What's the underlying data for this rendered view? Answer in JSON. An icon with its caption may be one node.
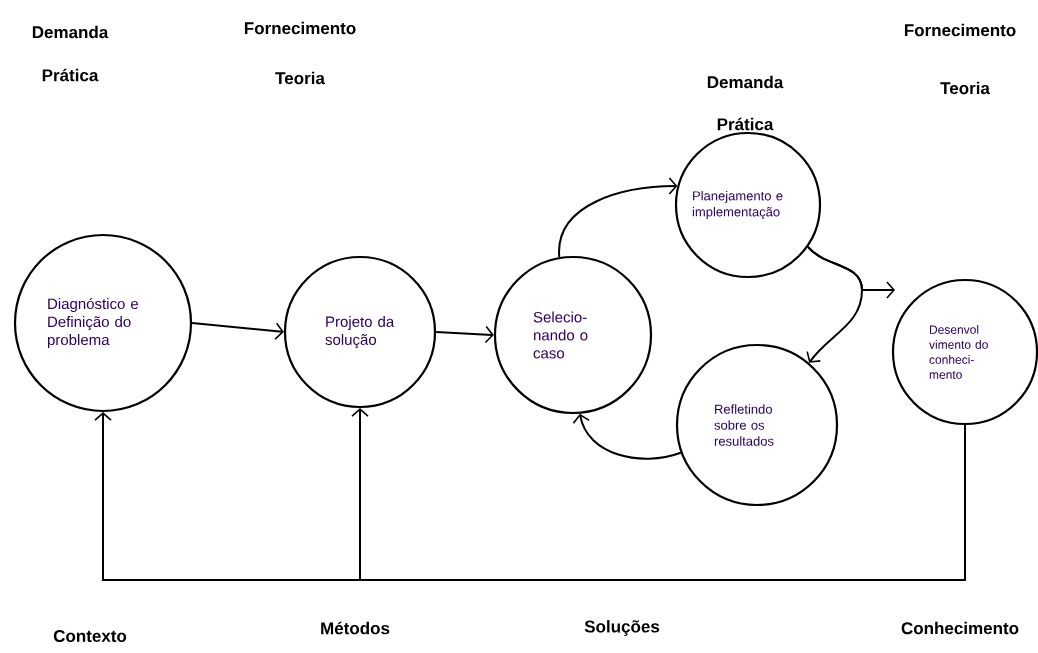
{
  "diagram": {
    "nodes": [
      {
        "text": [
          "Diagnóstico e Definição do problema"
        ]
      },
      {
        "text": [
          "Projeto da solução"
        ]
      },
      {
        "text": [
          "Selecio- nando o caso"
        ]
      },
      {
        "text": [
          "Planejamento e implementação"
        ]
      },
      {
        "text": [
          "Refletindo sobre os resultados"
        ]
      },
      {
        "text": [
          "Desenvol vimento do conheci- mento"
        ]
      }
    ],
    "edges": [
      {
        "from": 0,
        "to": 1,
        "arrow": "to"
      },
      {
        "from": 1,
        "to": 2,
        "arrow": "to"
      },
      {
        "from": 2,
        "to": 3,
        "arrow": "to"
      },
      {
        "from": 3,
        "to": 4,
        "arrow": "to"
      },
      {
        "from": 3,
        "to": 5,
        "arrow": "to"
      },
      {
        "from": 4,
        "to": 2,
        "arrow": "to"
      },
      {
        "from": 5,
        "to": 0,
        "arrow": "to"
      },
      {
        "from": 5,
        "to": 1,
        "arrow": "to"
      }
    ],
    "labels": [
      "Demanda",
      "Prática",
      "Fornecimento",
      "Teoria",
      "Demanda",
      "Prática",
      "Fornecimento",
      "Teoria",
      "Contexto",
      "Métodos",
      "Soluções",
      "Conhecimento"
    ]
  }
}
